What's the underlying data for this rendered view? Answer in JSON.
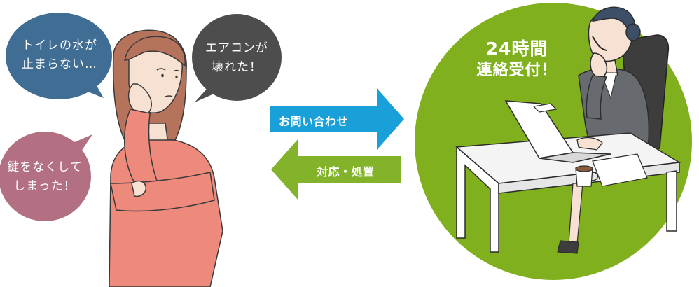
{
  "bubbles": {
    "toilet": {
      "line1": "トイレの水が",
      "line2": "止まらない…"
    },
    "aircon": {
      "line1": "エアコンが",
      "line2": "壊れた！"
    },
    "key": {
      "line1": "鍵をなくして",
      "line2": "しまった！"
    }
  },
  "arrows": {
    "inquiry_label": "お問い合わせ",
    "response_label": "対応・処置"
  },
  "headline": {
    "line1": "24時間",
    "line2": "連絡受付！"
  },
  "colors": {
    "bubble_blue": "#3f6d93",
    "bubble_dark": "#4d4d4d",
    "bubble_rose": "#b27082",
    "arrow_blue": "#1aa0d8",
    "arrow_green": "#83b32b",
    "circle_green": "#80b01d"
  }
}
